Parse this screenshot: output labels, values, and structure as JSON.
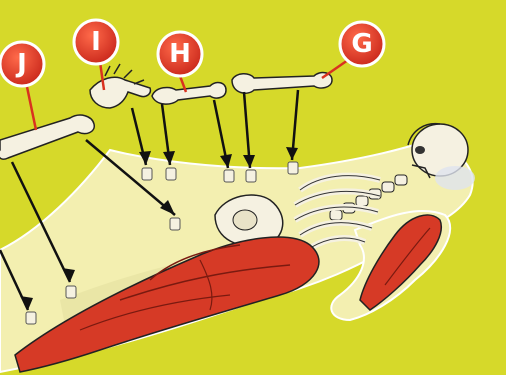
{
  "colors": {
    "background": "#d6d92a",
    "body_fill": "#f3efb0",
    "muscle": "#d63a26",
    "bone": "#f5f1e1",
    "badge": "#d9321f",
    "outline": "#111111"
  },
  "labels": [
    {
      "id": "G",
      "text": "G"
    },
    {
      "id": "H",
      "text": "H"
    },
    {
      "id": "I",
      "text": "I"
    },
    {
      "id": "J",
      "text": "J"
    }
  ]
}
